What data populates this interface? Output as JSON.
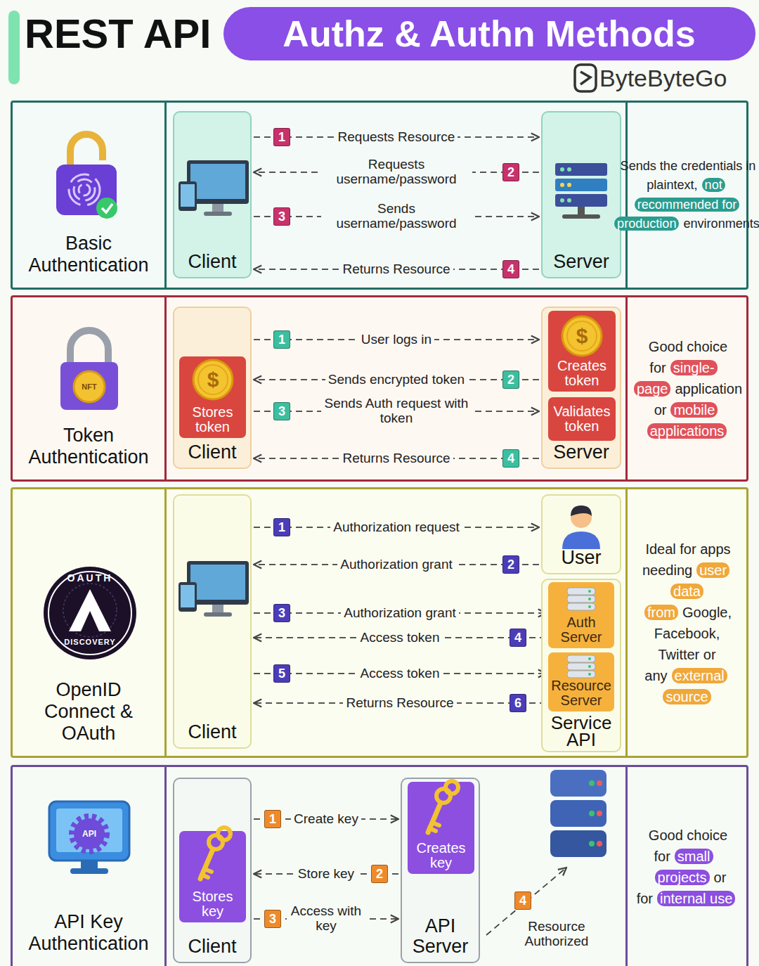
{
  "diagram": {
    "title": "REST API",
    "nodes": [
      {
        "text": [
          "Basic Authentication"
        ]
      },
      {
        "text": [
          "Client"
        ]
      },
      {
        "text": [
          "Server"
        ]
      },
      {
        "text": [
          "Sends the credentials in plaintext,",
          "not recommended for production",
          "environments"
        ]
      },
      {
        "text": [
          "Token Authentication"
        ]
      },
      {
        "text": [
          "Client"
        ]
      },
      {
        "text": [
          "Stores token"
        ],
        "in": 5
      },
      {
        "text": [
          "Server"
        ]
      },
      {
        "text": [
          "Creates token"
        ],
        "in": 7
      },
      {
        "text": [
          "Validates token"
        ],
        "in": 7
      },
      {
        "text": [
          "Good choice for",
          "single-page",
          "application or",
          "mobile applications"
        ]
      },
      {
        "text": [
          "OpenID Connect & OAuth"
        ]
      },
      {
        "text": [
          "Client"
        ]
      },
      {
        "text": [
          "User"
        ]
      },
      {
        "text": [
          "Service API"
        ]
      },
      {
        "text": [
          "Auth Server"
        ],
        "in": 14
      },
      {
        "text": [
          "Resource Server"
        ],
        "in": 14
      },
      {
        "text": [
          "Ideal for apps needing",
          "user data from",
          "Google, Facebook, Twitter or any",
          "external source"
        ]
      },
      {
        "text": [
          "API Key Authentication"
        ]
      },
      {
        "text": [
          "Client"
        ]
      },
      {
        "text": [
          "Stores key"
        ],
        "in": 19
      },
      {
        "text": [
          "API Server"
        ]
      },
      {
        "text": [
          "Creates key"
        ],
        "in": 21
      },
      {
        "text": [
          "Good choice for",
          "small projects",
          "or for",
          "internal use"
        ]
      }
    ],
    "edges": [
      {
        "from": 1,
        "to": 2,
        "arrow": "to",
        "label": "Requests Resource"
      },
      {
        "from": 2,
        "to": 1,
        "arrow": "to",
        "label": "Requests username/password"
      },
      {
        "from": 1,
        "to": 2,
        "arrow": "to",
        "label": "Sends username/password"
      },
      {
        "from": 2,
        "to": 1,
        "arrow": "to",
        "label": "Returns Resource"
      },
      {
        "from": 5,
        "to": 7,
        "arrow": "to",
        "label": "User logs in"
      },
      {
        "from": 7,
        "to": 5,
        "arrow": "to",
        "label": "Sends encrypted token"
      },
      {
        "from": 5,
        "to": 7,
        "arrow": "to",
        "label": "Sends Auth request with token"
      },
      {
        "from": 7,
        "to": 5,
        "arrow": "to",
        "label": "Returns Resource"
      },
      {
        "from": 12,
        "to": 13,
        "arrow": "to",
        "label": "Authorization request"
      },
      {
        "from": 13,
        "to": 12,
        "arrow": "to",
        "label": "Authorization grant"
      },
      {
        "from": 12,
        "to": 15,
        "arrow": "to",
        "label": "Authorization grant"
      },
      {
        "from": 15,
        "to": 12,
        "arrow": "to",
        "label": "Access token"
      },
      {
        "from": 12,
        "to": 16,
        "arrow": "to",
        "label": "Access token"
      },
      {
        "from": 16,
        "to": 12,
        "arrow": "to",
        "label": "Returns Resource"
      },
      {
        "from": 19,
        "to": 21,
        "arrow": "to",
        "label": "Create key"
      },
      {
        "from": 21,
        "to": 19,
        "arrow": "to",
        "label": "Store key"
      },
      {
        "from": 19,
        "to": 21,
        "arrow": "to",
        "label": "Access with key"
      }
    ],
    "labels": [
      "Authz & Authn Methods",
      "ByteByteGo",
      "NFT",
      "OAUTH",
      "DISCOVERY",
      "API",
      "$",
      "$",
      "1",
      "2",
      "3",
      "4",
      "1",
      "2",
      "3",
      "4",
      "1",
      "2",
      "3",
      "4",
      "5",
      "6",
      "1",
      "2",
      "3",
      "4",
      "Resource Authorized"
    ]
  }
}
